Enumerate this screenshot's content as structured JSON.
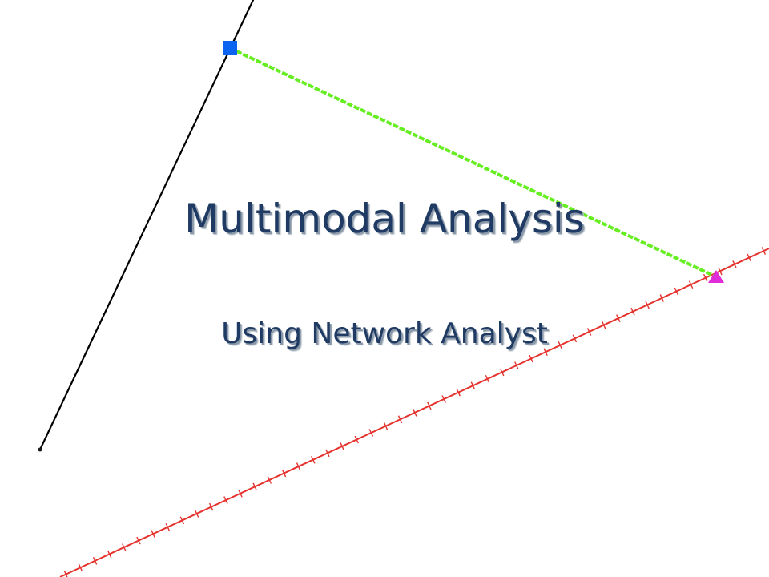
{
  "slide": {
    "title": "Multimodal Analysis",
    "subtitle": "Using Network Analyst"
  },
  "colors": {
    "title_text": "#1F3A63",
    "black_line": "#000000",
    "red_line": "#E5322D",
    "route_line": "#66EE22",
    "origin_marker": "#0A64F0",
    "destination_marker": "#E02BD8"
  },
  "symbols": {
    "origin": "square-stop-marker",
    "destination": "triangle-stop-marker"
  }
}
